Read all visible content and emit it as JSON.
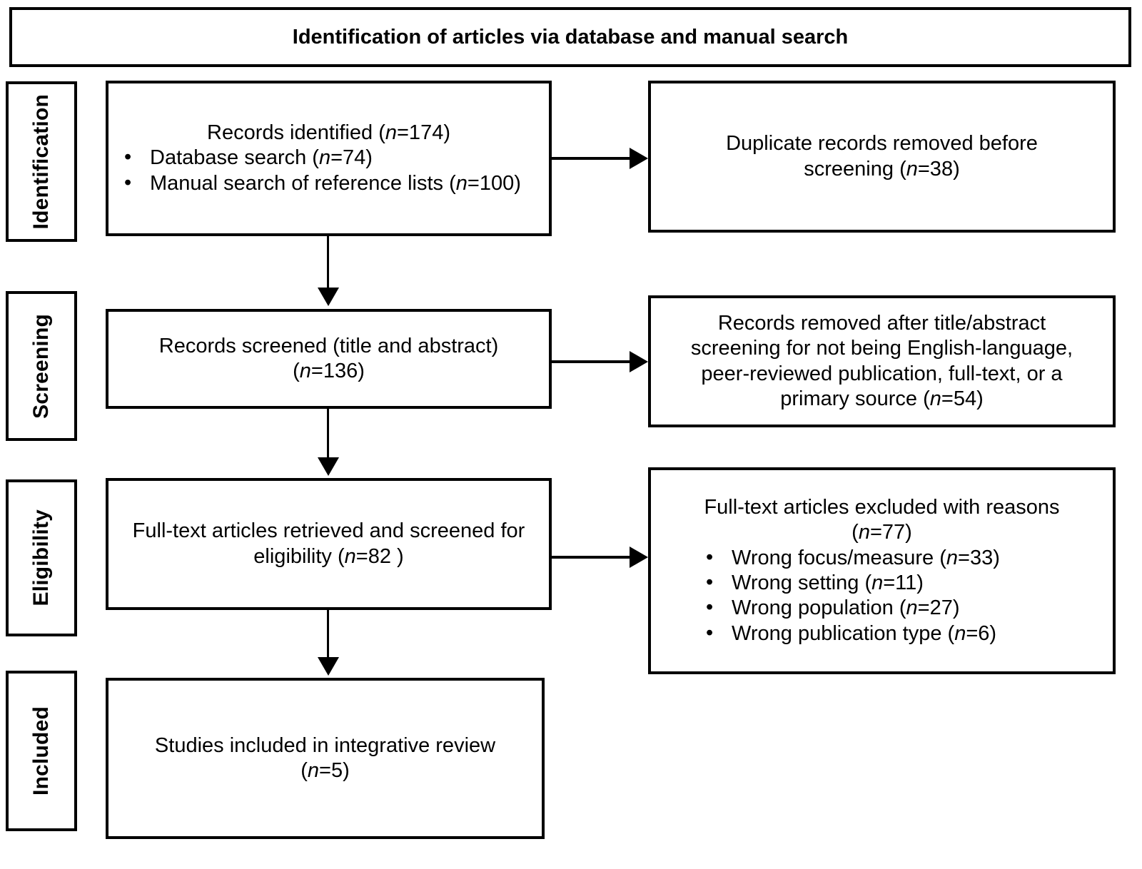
{
  "diagram": {
    "type": "PRISMA flow diagram",
    "title": "Identification of articles via database and manual search",
    "stages": [
      {
        "key": "identification",
        "label": "Identification"
      },
      {
        "key": "screening",
        "label": "Screening"
      },
      {
        "key": "eligibility",
        "label": "Eligibility"
      },
      {
        "key": "included",
        "label": "Included"
      }
    ],
    "boxes": {
      "records_identified": {
        "lead": "Records identified (n=174)",
        "lead_prefix": "Records identified (",
        "lead_italic": "n",
        "lead_suffix": "=174)",
        "bullets": [
          {
            "prefix": "Database search (",
            "italic": "n",
            "suffix": "=74)"
          },
          {
            "prefix": "Manual search of reference lists (",
            "italic": "n",
            "suffix": "=100)"
          }
        ]
      },
      "duplicates_removed": {
        "line1_prefix": "Duplicate records removed before",
        "line2_prefix": "screening (",
        "line2_italic": "n",
        "line2_suffix": "=38)"
      },
      "records_screened": {
        "line1": "Records screened (title and abstract)",
        "line2_prefix": "(",
        "line2_italic": "n",
        "line2_suffix": "=136)"
      },
      "records_removed": {
        "line1": "Records removed after title/abstract",
        "line2": "screening for not being English-language,",
        "line3": "peer-reviewed publication, full-text, or a",
        "line4_prefix": "primary source (",
        "line4_italic": "n",
        "line4_suffix": "=54)"
      },
      "fulltext_retrieved": {
        "line1": "Full-text articles retrieved and screened for",
        "line2_prefix": "eligibility (",
        "line2_italic": "n",
        "line2_suffix": "=82 )"
      },
      "fulltext_excluded": {
        "lead1": "Full-text articles excluded with reasons",
        "lead2_prefix": "(",
        "lead2_italic": "n",
        "lead2_suffix": "=77)",
        "bullets": [
          {
            "prefix": "Wrong focus/measure (",
            "italic": "n",
            "suffix": "=33)"
          },
          {
            "prefix": "Wrong setting (",
            "italic": "n",
            "suffix": "=11)"
          },
          {
            "prefix": "Wrong population (",
            "italic": "n",
            "suffix": "=27)"
          },
          {
            "prefix": "Wrong publication type (",
            "italic": "n",
            "suffix": "=6)"
          }
        ]
      },
      "studies_included": {
        "line1": "Studies included in integrative review",
        "line2_prefix": "(",
        "line2_italic": "n",
        "line2_suffix": "=5)"
      }
    },
    "counts": {
      "records_identified": 174,
      "database_search": 74,
      "manual_search": 100,
      "duplicates_removed": 38,
      "records_screened": 136,
      "records_removed_screening": 54,
      "fulltext_retrieved": 82,
      "fulltext_excluded": 77,
      "wrong_focus_measure": 33,
      "wrong_setting": 11,
      "wrong_population": 27,
      "wrong_publication_type": 6,
      "studies_included": 5
    },
    "colors": {
      "border": "#000000",
      "background": "#ffffff",
      "text": "#000000"
    }
  }
}
